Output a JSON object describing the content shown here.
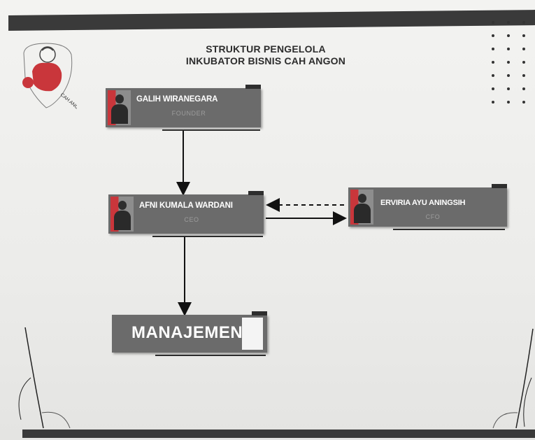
{
  "title": {
    "line1": "STRUKTUR PENGELOLA",
    "line2": "INKUBATOR BISNIS CAH ANGON"
  },
  "logo": {
    "text": "CAH ANGON",
    "icon": "cah-angon-logo-icon"
  },
  "colors": {
    "node_fill": "#6b6b6b",
    "accent_red": "#c9363b",
    "frame_dark": "#3a3a3a"
  },
  "nodes": {
    "founder": {
      "name": "GALIH WIRANEGARA",
      "role": "FOUNDER"
    },
    "ceo": {
      "name": "AFNI KUMALA WARDANI",
      "role": "CEO"
    },
    "cfo": {
      "name": "ERVIRIA AYU ANINGSIH",
      "role": "CFO"
    },
    "management": {
      "label": "MANAJEMEN"
    }
  },
  "edges": [
    {
      "from": "founder",
      "to": "ceo",
      "style": "solid"
    },
    {
      "from": "ceo",
      "to": "cfo",
      "style": "solid"
    },
    {
      "from": "cfo",
      "to": "ceo",
      "style": "dashed"
    },
    {
      "from": "ceo",
      "to": "management",
      "style": "solid"
    }
  ]
}
